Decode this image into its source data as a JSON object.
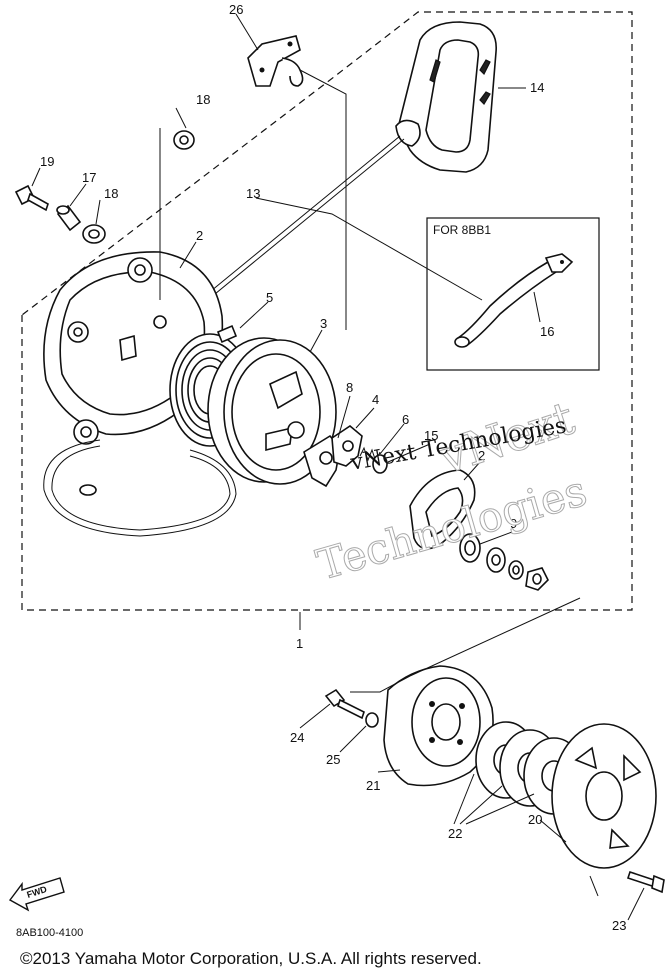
{
  "diagram": {
    "callouts": [
      {
        "id": "26",
        "label": "26"
      },
      {
        "id": "18a",
        "label": "18"
      },
      {
        "id": "14",
        "label": "14"
      },
      {
        "id": "19",
        "label": "19"
      },
      {
        "id": "17",
        "label": "17"
      },
      {
        "id": "18b",
        "label": "18"
      },
      {
        "id": "13",
        "label": "13"
      },
      {
        "id": "2a",
        "label": "2"
      },
      {
        "id": "5",
        "label": "5"
      },
      {
        "id": "3",
        "label": "3"
      },
      {
        "id": "16",
        "label": "16"
      },
      {
        "id": "8",
        "label": "8"
      },
      {
        "id": "4",
        "label": "4"
      },
      {
        "id": "6",
        "label": "6"
      },
      {
        "id": "15",
        "label": "15"
      },
      {
        "id": "2b",
        "label": "2"
      },
      {
        "id": "9",
        "label": "9"
      },
      {
        "id": "1",
        "label": "1"
      },
      {
        "id": "24",
        "label": "24"
      },
      {
        "id": "25",
        "label": "25"
      },
      {
        "id": "21",
        "label": "21"
      },
      {
        "id": "22",
        "label": "22"
      },
      {
        "id": "20",
        "label": "20"
      },
      {
        "id": "23",
        "label": "23"
      }
    ],
    "inset_label": "FOR 8BB1",
    "direction_badge": "FWD",
    "diagram_code": "8AB100-4100",
    "copyright": "©2013 Yamaha Motor Corporation, U.S.A. All rights reserved.",
    "watermark": {
      "line1": "vNext",
      "line2": "vNext Technologies",
      "line3": "Technologies"
    }
  }
}
